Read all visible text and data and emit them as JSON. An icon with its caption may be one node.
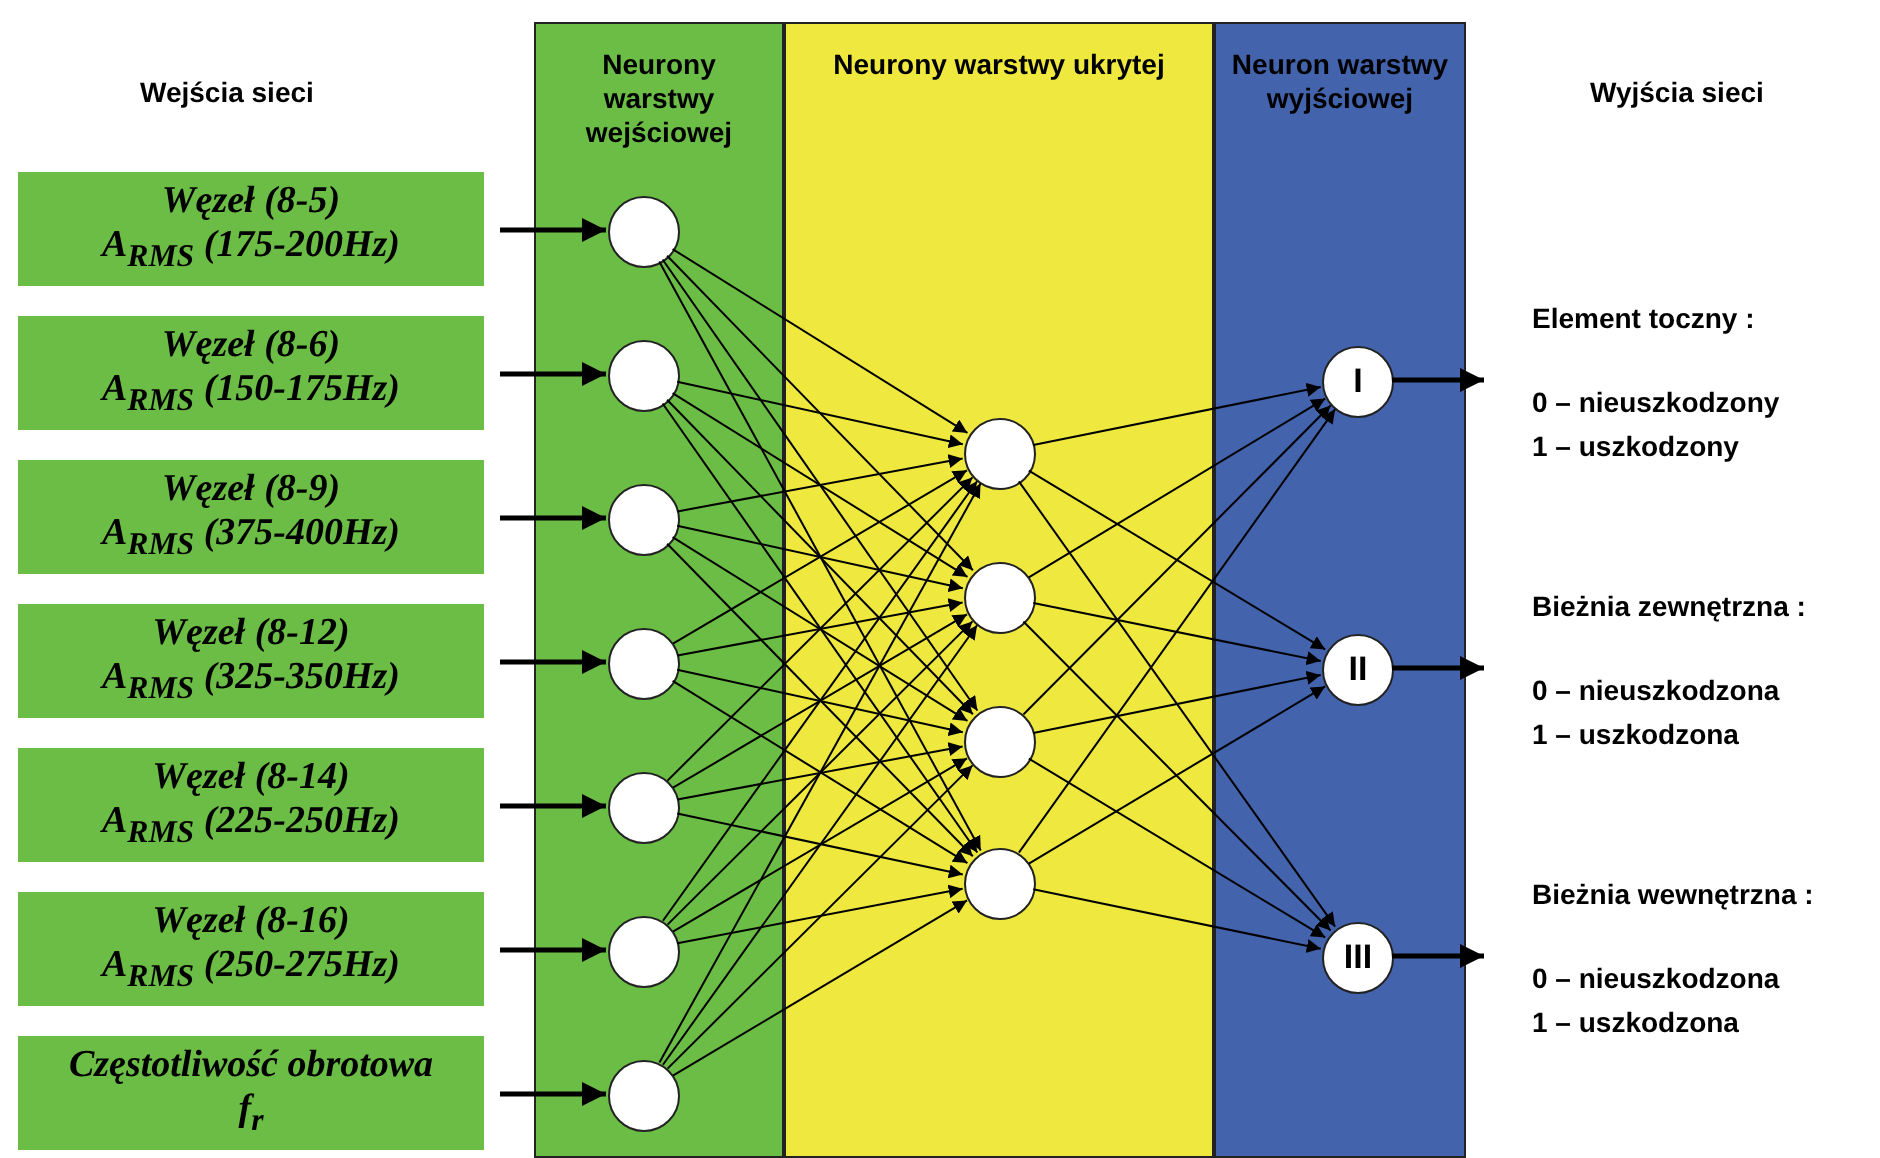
{
  "diagram": {
    "nodes": [
      {
        "text": [
          "Neurony warstwy wejściowej"
        ]
      },
      {
        "text": [
          "Neurony warstwy ukrytej"
        ]
      },
      {
        "text": [
          "Neuron warstwy wyjściowej"
        ]
      },
      {
        "text": [
          "Węzeł (8-5)",
          "A$_{RMS}$ (175-200Hz)"
        ]
      },
      {
        "text": [
          "Węzeł (8-6)",
          "A$_{RMS}$ (150-175Hz)"
        ]
      },
      {
        "text": [
          "Węzeł (8-9)",
          "A$_{RMS}$ (375-400Hz)"
        ]
      },
      {
        "text": [
          "Węzeł (8-12)",
          "A$_{RMS}$ (325-350Hz)"
        ]
      },
      {
        "text": [
          "Węzeł (8-14)",
          "A$_{RMS}$ (225-250Hz)"
        ]
      },
      {
        "text": [
          "Węzeł (8-16)",
          "A$_{RMS}$ (250-275Hz)"
        ]
      },
      {
        "text": [
          "Częstotliwość obrotowa",
          "f$_{r}$"
        ]
      },
      {
        "text": [],
        "shape": "circle",
        "in": 0
      },
      {
        "text": [],
        "shape": "circle",
        "in": 0
      },
      {
        "text": [],
        "shape": "circle",
        "in": 0
      },
      {
        "text": [],
        "shape": "circle",
        "in": 0
      },
      {
        "text": [],
        "shape": "circle",
        "in": 0
      },
      {
        "text": [],
        "shape": "circle",
        "in": 0
      },
      {
        "text": [],
        "shape": "circle",
        "in": 0
      },
      {
        "text": [],
        "shape": "circle",
        "in": 1
      },
      {
        "text": [],
        "shape": "circle",
        "in": 1
      },
      {
        "text": [],
        "shape": "circle",
        "in": 1
      },
      {
        "text": [],
        "shape": "circle",
        "in": 1
      },
      {
        "text": [
          "I"
        ],
        "in": 2
      },
      {
        "text": [
          "II"
        ],
        "in": 2
      },
      {
        "text": [
          "III"
        ],
        "in": 2
      },
      {
        "text": [
          "Element toczny :",
          "0 – nieuszkodzony",
          "1 – uszkodzony"
        ]
      },
      {
        "text": [
          "Bieżnia zewnętrzna :",
          "0 – nieuszkodzona",
          "1 – uszkodzona"
        ]
      },
      {
        "text": [
          "Bieżnia wewnętrzna :",
          "0 – nieuszkodzona",
          "1 – uszkodzona"
        ]
      }
    ],
    "edges": [
      {
        "from": 3,
        "to": 10,
        "arrow": "to",
        "style": "thick"
      },
      {
        "from": 4,
        "to": 11,
        "arrow": "to",
        "style": "thick"
      },
      {
        "from": 5,
        "to": 12,
        "arrow": "to",
        "style": "thick"
      },
      {
        "from": 6,
        "to": 13,
        "arrow": "to",
        "style": "thick"
      },
      {
        "from": 7,
        "to": 14,
        "arrow": "to",
        "style": "thick"
      },
      {
        "from": 8,
        "to": 15,
        "arrow": "to",
        "style": "thick"
      },
      {
        "from": 9,
        "to": 16,
        "arrow": "to",
        "style": "thick"
      },
      {
        "from": 10,
        "to": 17,
        "arrow": "to"
      },
      {
        "from": 10,
        "to": 18,
        "arrow": "to"
      },
      {
        "from": 10,
        "to": 19,
        "arrow": "to"
      },
      {
        "from": 10,
        "to": 20,
        "arrow": "to"
      },
      {
        "from": 11,
        "to": 17,
        "arrow": "to"
      },
      {
        "from": 11,
        "to": 18,
        "arrow": "to"
      },
      {
        "from": 11,
        "to": 19,
        "arrow": "to"
      },
      {
        "from": 11,
        "to": 20,
        "arrow": "to"
      },
      {
        "from": 12,
        "to": 17,
        "arrow": "to"
      },
      {
        "from": 12,
        "to": 18,
        "arrow": "to"
      },
      {
        "from": 12,
        "to": 19,
        "arrow": "to"
      },
      {
        "from": 12,
        "to": 20,
        "arrow": "to"
      },
      {
        "from": 13,
        "to": 17,
        "arrow": "to"
      },
      {
        "from": 13,
        "to": 18,
        "arrow": "to"
      },
      {
        "from": 13,
        "to": 19,
        "arrow": "to"
      },
      {
        "from": 13,
        "to": 20,
        "arrow": "to"
      },
      {
        "from": 14,
        "to": 17,
        "arrow": "to"
      },
      {
        "from": 14,
        "to": 18,
        "arrow": "to"
      },
      {
        "from": 14,
        "to": 19,
        "arrow": "to"
      },
      {
        "from": 14,
        "to": 20,
        "arrow": "to"
      },
      {
        "from": 15,
        "to": 17,
        "arrow": "to"
      },
      {
        "from": 15,
        "to": 18,
        "arrow": "to"
      },
      {
        "from": 15,
        "to": 19,
        "arrow": "to"
      },
      {
        "from": 15,
        "to": 20,
        "arrow": "to"
      },
      {
        "from": 16,
        "to": 17,
        "arrow": "to"
      },
      {
        "from": 16,
        "to": 18,
        "arrow": "to"
      },
      {
        "from": 16,
        "to": 19,
        "arrow": "to"
      },
      {
        "from": 16,
        "to": 20,
        "arrow": "to"
      },
      {
        "from": 17,
        "to": 21,
        "arrow": "to"
      },
      {
        "from": 17,
        "to": 22,
        "arrow": "to"
      },
      {
        "from": 17,
        "to": 23,
        "arrow": "to"
      },
      {
        "from": 18,
        "to": 21,
        "arrow": "to"
      },
      {
        "from": 18,
        "to": 22,
        "arrow": "to"
      },
      {
        "from": 18,
        "to": 23,
        "arrow": "to"
      },
      {
        "from": 19,
        "to": 21,
        "arrow": "to"
      },
      {
        "from": 19,
        "to": 22,
        "arrow": "to"
      },
      {
        "from": 19,
        "to": 23,
        "arrow": "to"
      },
      {
        "from": 20,
        "to": 21,
        "arrow": "to"
      },
      {
        "from": 20,
        "to": 22,
        "arrow": "to"
      },
      {
        "from": 20,
        "to": 23,
        "arrow": "to"
      },
      {
        "from": 21,
        "to": 24,
        "arrow": "to",
        "style": "thick"
      },
      {
        "from": 22,
        "to": 25,
        "arrow": "to",
        "style": "thick"
      },
      {
        "from": 23,
        "to": 26,
        "arrow": "to",
        "style": "thick"
      }
    ],
    "labels": [
      "Wejścia sieci",
      "Wyjścia sieci"
    ]
  }
}
